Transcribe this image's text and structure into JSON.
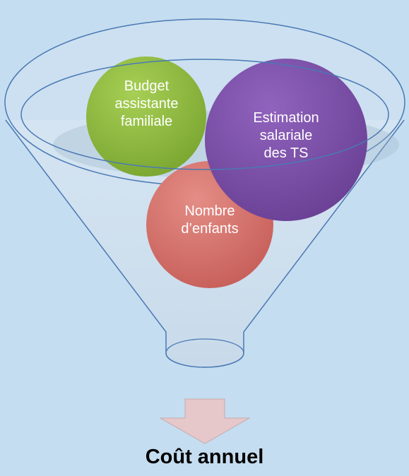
{
  "diagram": {
    "inputs": [
      {
        "label": "Budget\nassistante\nfamiliale",
        "color": "#8db83e"
      },
      {
        "label": "Estimation\nsalariale\ndes TS",
        "color": "#7a4fa6"
      },
      {
        "label": "Nombre\nd’enfants",
        "color": "#d4706a"
      }
    ],
    "result": "Coût annuel",
    "colors": {
      "background": "#c5ddf0",
      "funnel_outline": "#4a79b4",
      "arrow": "#e6c8ca"
    }
  }
}
